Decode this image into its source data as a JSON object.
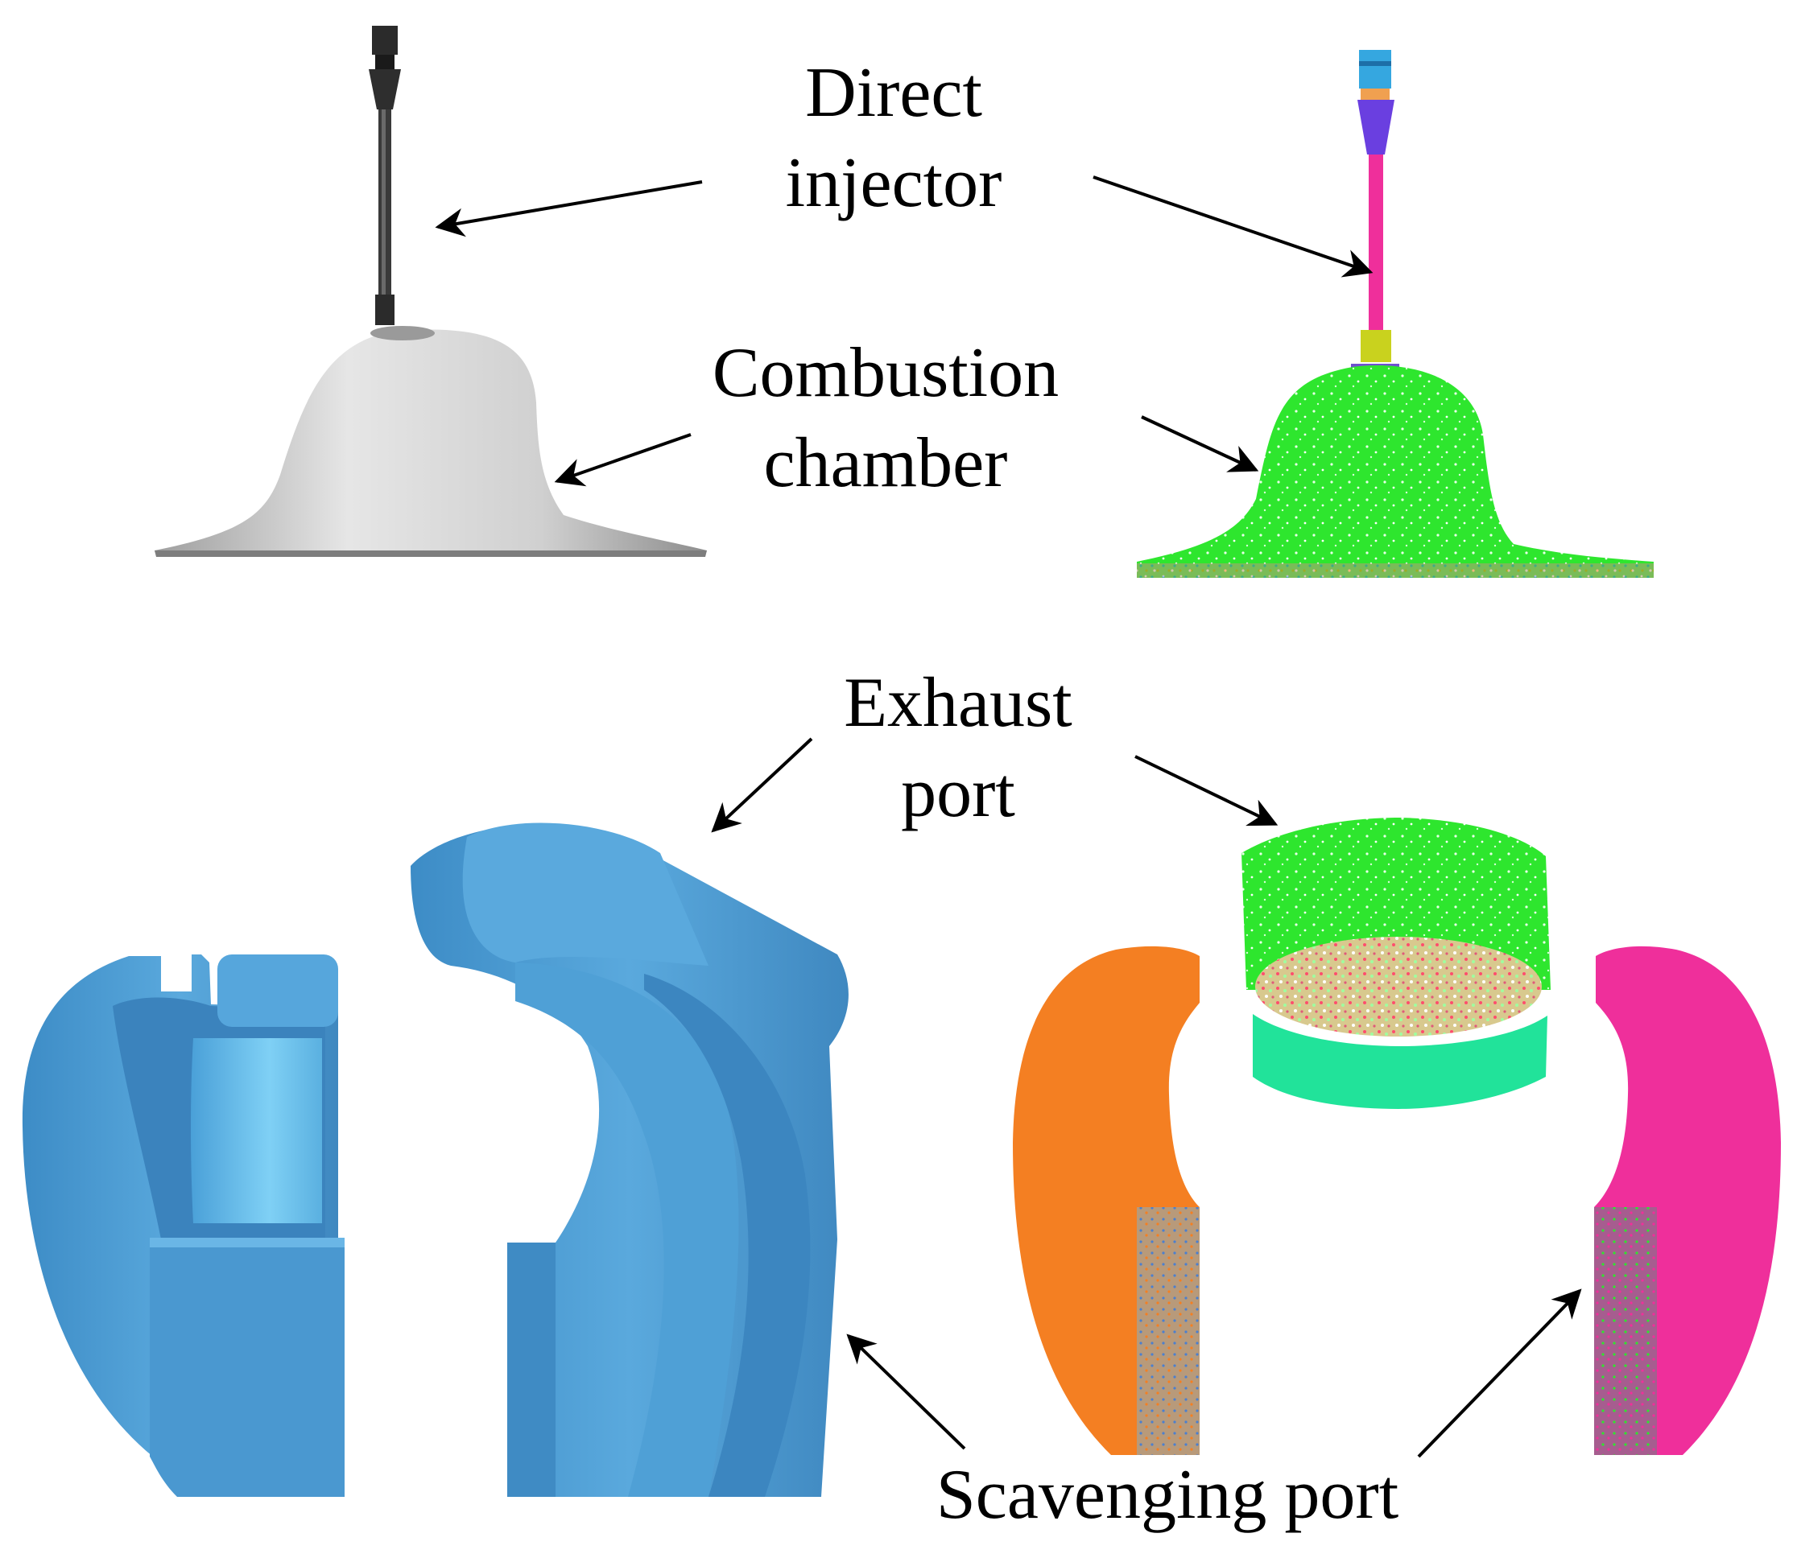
{
  "labels": {
    "direct_injector": [
      "Direct",
      "injector"
    ],
    "combustion_chamber": [
      "Combustion",
      "chamber"
    ],
    "exhaust_port": [
      "Exhaust",
      "port"
    ],
    "scavenging_port": [
      "Scavenging port"
    ]
  },
  "colors": {
    "cad_gray": "#c9c9c9",
    "cad_blue": "#4f9fd6",
    "mesh_green": "#2ee62e",
    "mesh_pink": "#ef2f9b",
    "mesh_orange": "#f47f22",
    "mesh_teal": "#21e39a"
  }
}
